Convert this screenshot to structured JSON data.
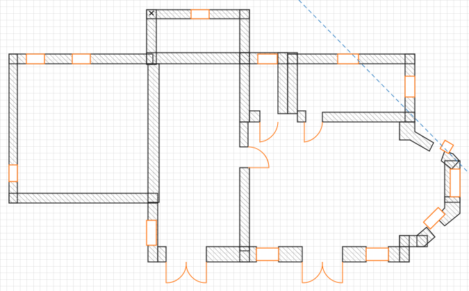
{
  "app": {
    "view": "floor-plan-editor"
  },
  "colors": {
    "background": "#ffffff",
    "grid_minor": "#d4d4d4",
    "wall_outline": "#1a1a1a",
    "wall_hatch": "#8a8a8a",
    "opening": "#ff7a1a",
    "guide_line": "#3a86c8",
    "origin_marker": "#1a1a1a"
  },
  "plan": {
    "elements": {
      "walls": "exterior-and-interior-walls",
      "windows": "window-openings",
      "doors": "door-swings",
      "guide": "dashed-alignment-guide",
      "origin": "origin-cross-marker"
    }
  }
}
